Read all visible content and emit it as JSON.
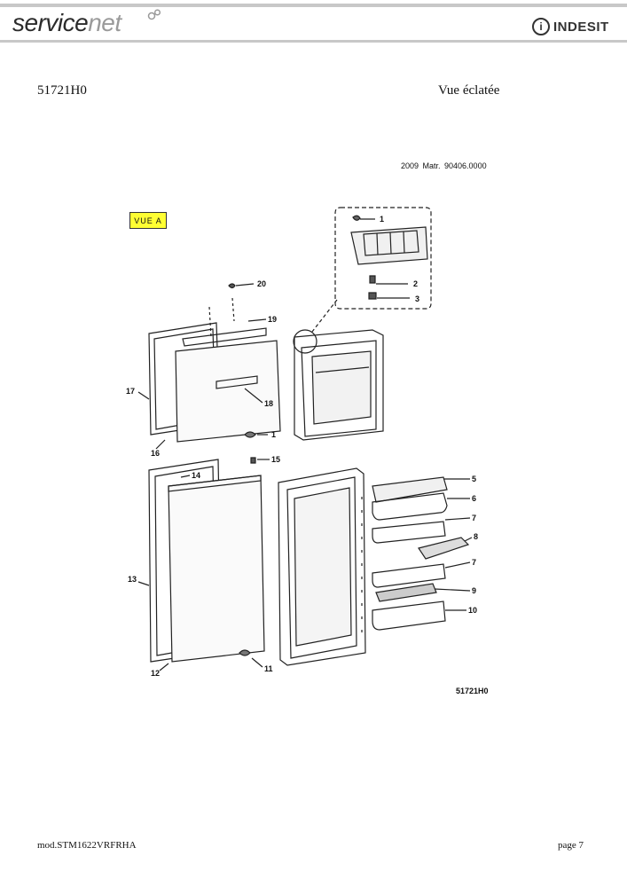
{
  "header": {
    "logo_left_part1": "service",
    "logo_left_part2": "net",
    "logo_right_mark": "i",
    "logo_right_name": "INDESIT"
  },
  "document": {
    "model": "51721H0",
    "view_title": "Vue éclatée",
    "matricule": "2009  Matr. 90406.0000",
    "detail_label": "VUE A",
    "drawing_code": "51721H0"
  },
  "parts": {
    "p1a": "1",
    "p2": "2",
    "p3": "3",
    "p20": "20",
    "p19": "19",
    "p17": "17",
    "p18": "18",
    "p1b": "1",
    "p16": "16",
    "p15": "15",
    "p14": "14",
    "p5": "5",
    "p6": "6",
    "p7a": "7",
    "p8": "8",
    "p7b": "7",
    "p9": "9",
    "p10": "10",
    "p13": "13",
    "p12": "12",
    "p11": "11"
  },
  "footer": {
    "left": "mod.STM1622VRFRHA",
    "right": "page 7"
  }
}
